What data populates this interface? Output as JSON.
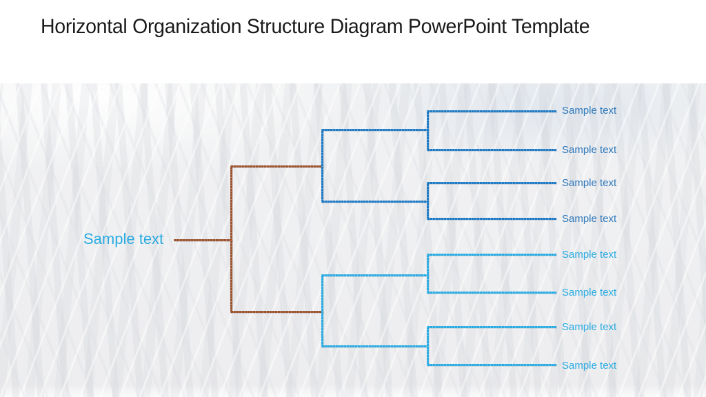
{
  "slide": {
    "title": "Horizontal Organization Structure Diagram PowerPoint Template",
    "background_image": "faded low-angle skyscraper photo"
  },
  "diagram": {
    "root": {
      "label": "Sample text"
    },
    "branches": [
      {
        "position": "upper",
        "leaves": [
          "Sample text",
          "Sample text",
          "Sample text",
          "Sample text"
        ]
      },
      {
        "position": "lower",
        "leaves": [
          "Sample text",
          "Sample text",
          "Sample text",
          "Sample text"
        ]
      }
    ]
  },
  "colors": {
    "title_text": "#1a1a1a",
    "trunk_line": "#9a522d",
    "upper_branch_line": "#1e7ac4",
    "lower_branch_line": "#29abe2",
    "upper_leaf_text": "#2e78bb",
    "lower_leaf_text": "#29abe2",
    "root_text": "#29abe2"
  }
}
